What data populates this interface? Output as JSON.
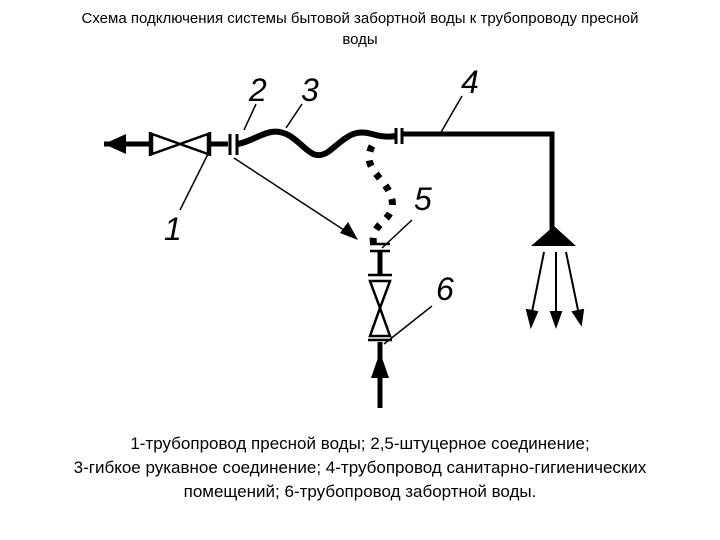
{
  "title": {
    "line1": "Схема подключения системы бытовой забортной воды к трубопроводу пресной",
    "line2": "воды"
  },
  "labels": {
    "n1": "1",
    "n2": "2",
    "n3": "3",
    "n4": "4",
    "n5": "5",
    "n6": "6"
  },
  "caption": {
    "line1": "1-трубопровод пресной воды; 2,5-штуцерное соединение;",
    "line2": "3-гибкое рукавное соединение; 4-трубопровод санитарно-гигиенических",
    "line3": "помещений; 6-трубопровод забортной воды."
  }
}
